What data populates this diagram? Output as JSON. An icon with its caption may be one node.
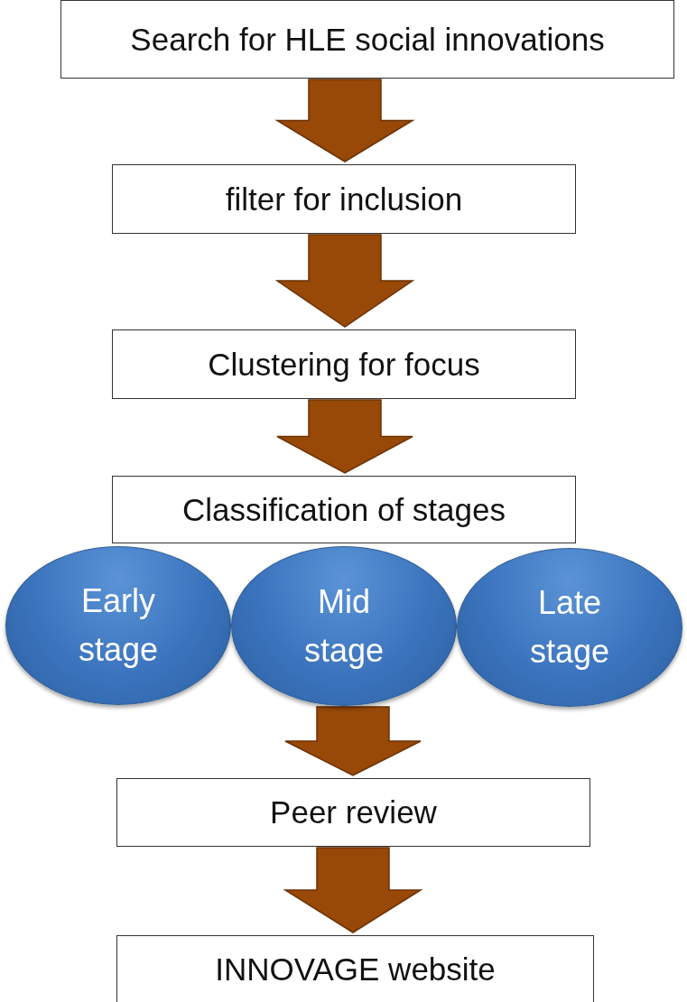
{
  "diagram": {
    "nodes": [
      {
        "text": [
          "Search for HLE social innovations"
        ]
      },
      {
        "text": [
          "filter for inclusion"
        ]
      },
      {
        "text": [
          "Clustering for focus"
        ]
      },
      {
        "text": [
          "Classification of stages"
        ]
      },
      {
        "text": [
          "Early stage"
        ]
      },
      {
        "text": [
          "Mid stage"
        ]
      },
      {
        "text": [
          "Late stage"
        ]
      },
      {
        "text": [
          "Peer review"
        ]
      },
      {
        "text": [
          "INNOVAGE website"
        ]
      }
    ],
    "edges": [
      {
        "from": 0,
        "to": 1,
        "arrow": "to"
      },
      {
        "from": 1,
        "to": 2,
        "arrow": "to"
      },
      {
        "from": 2,
        "to": 3,
        "arrow": "to"
      },
      {
        "from": 5,
        "to": 7,
        "arrow": "to"
      },
      {
        "from": 7,
        "to": 8,
        "arrow": "to"
      }
    ]
  }
}
